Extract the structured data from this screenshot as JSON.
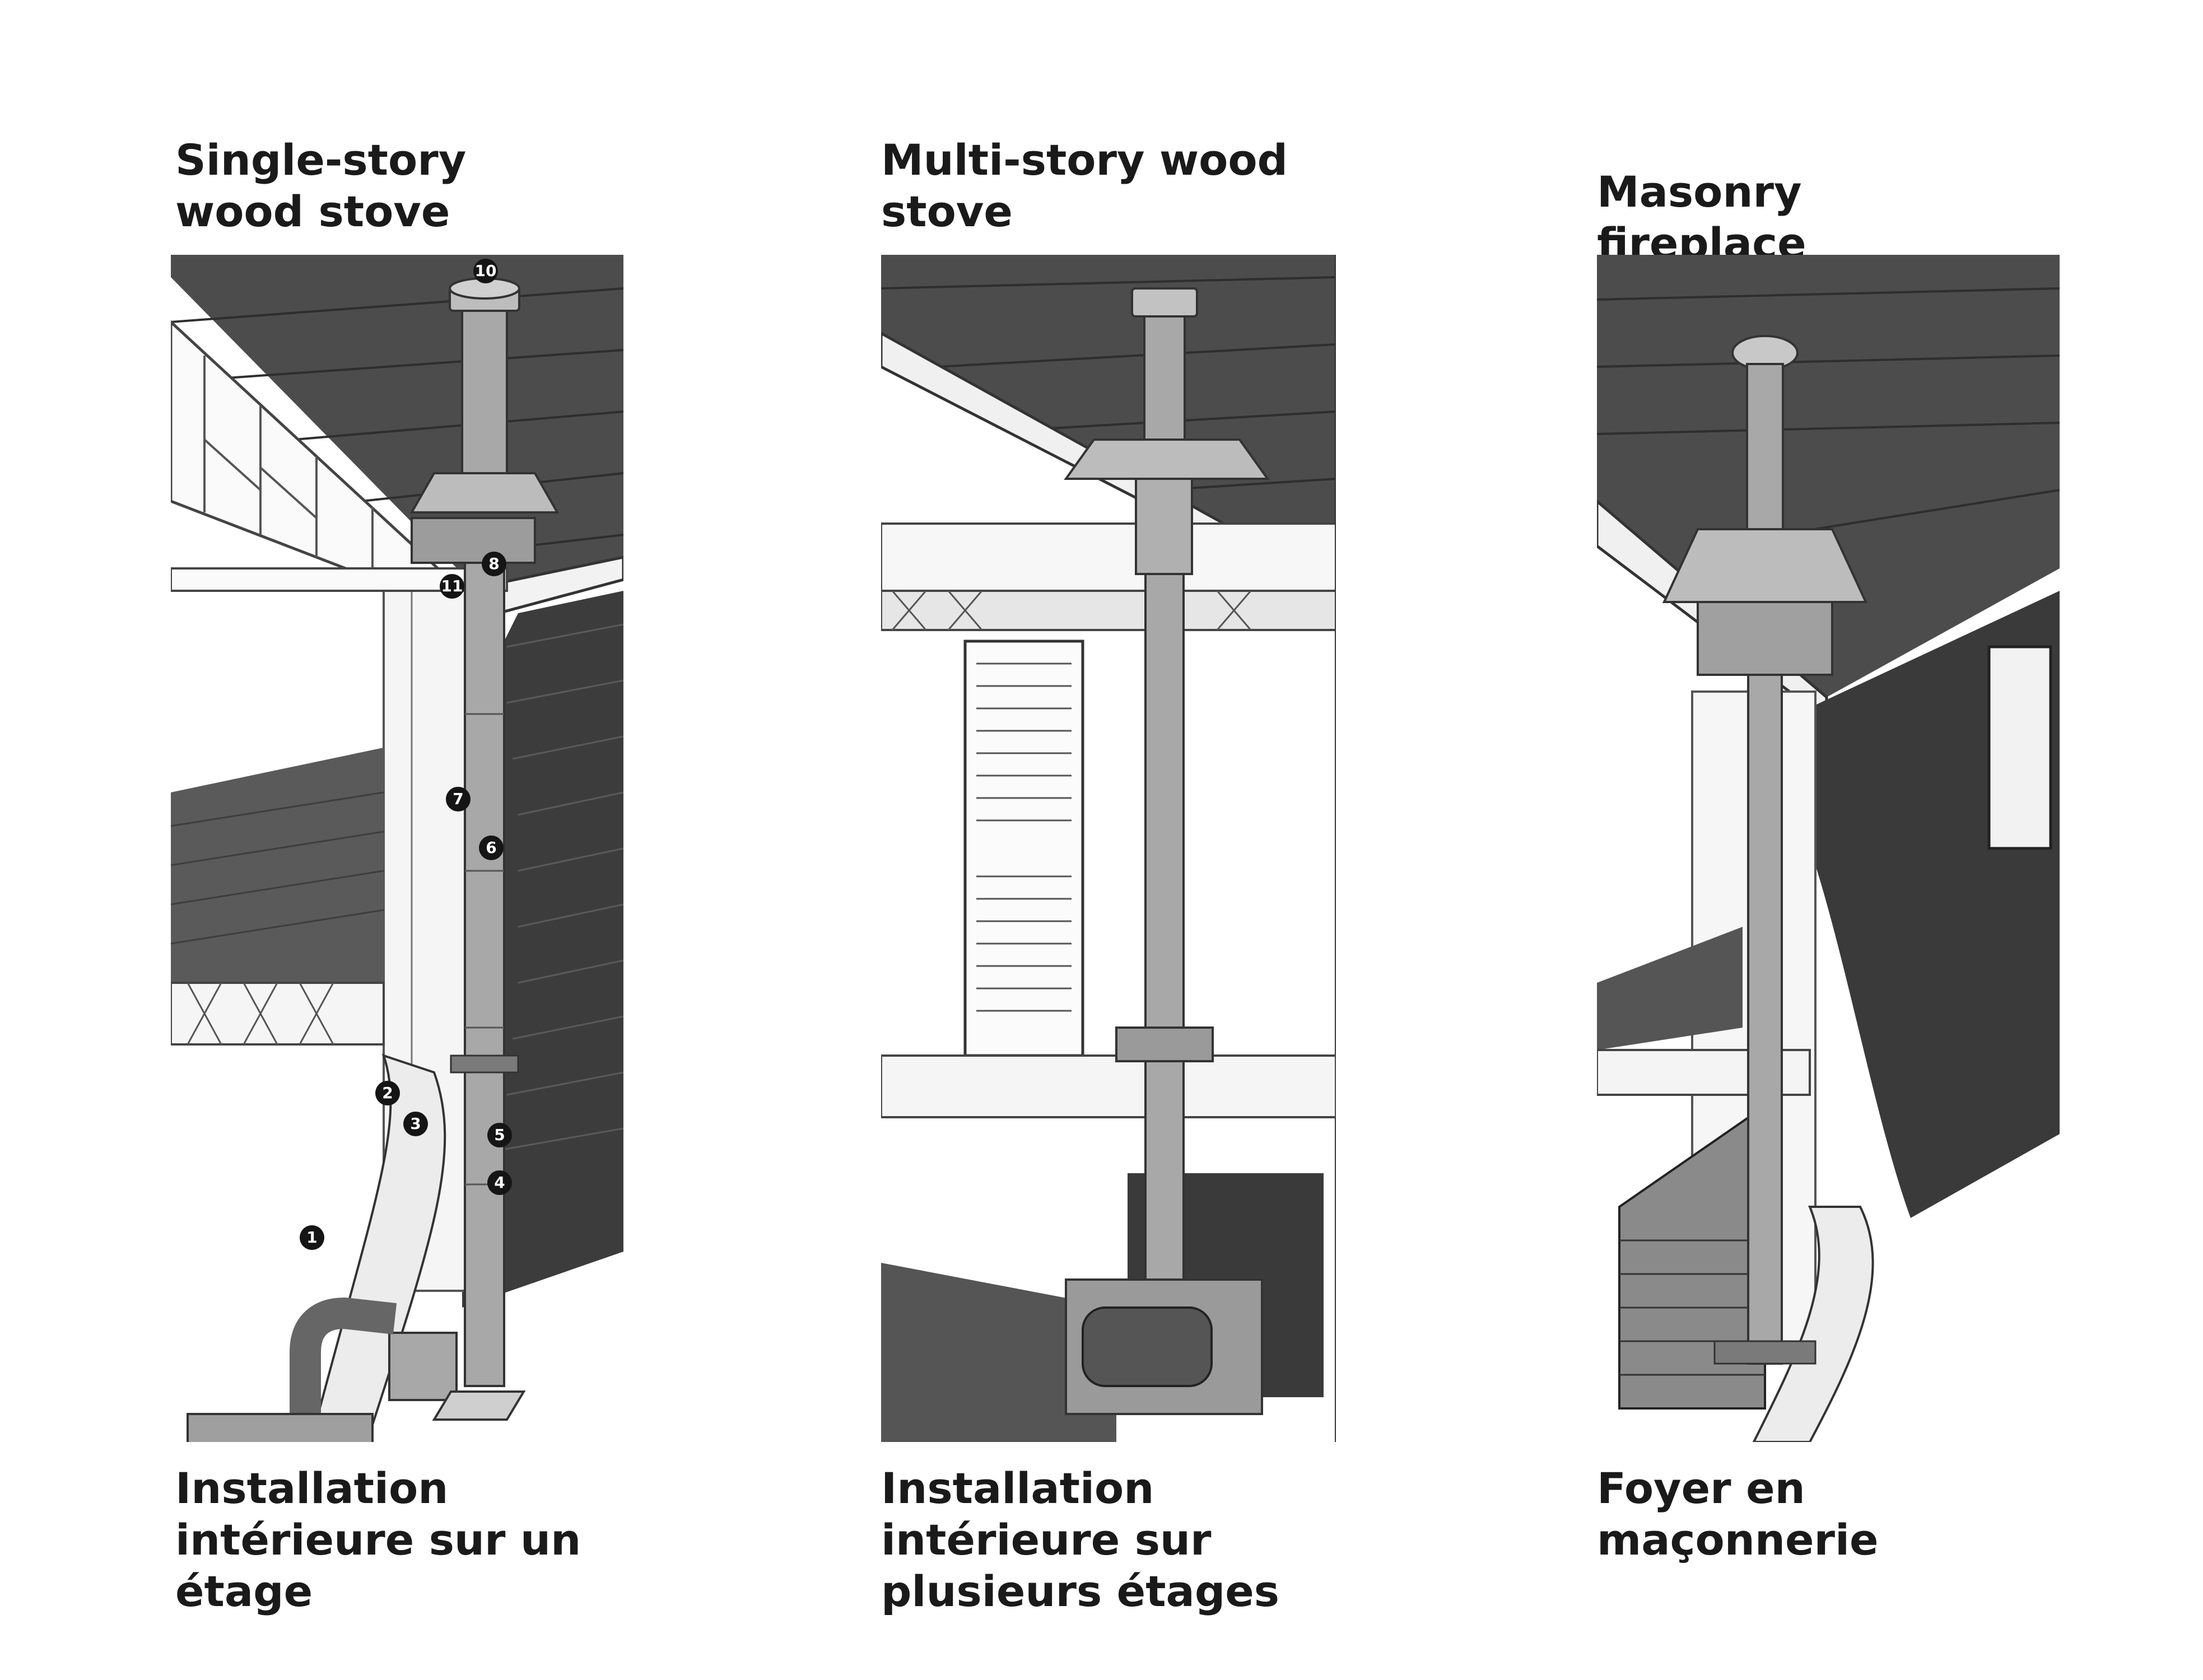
{
  "panels": [
    {
      "title": "Single-story wood stove",
      "caption": "Installation intérieure sur un étage",
      "callouts": [
        "1",
        "2",
        "3",
        "4",
        "5",
        "6",
        "7",
        "8",
        "10",
        "11"
      ]
    },
    {
      "title": "Multi-story wood stove",
      "caption": "Installation intérieure sur plusieurs étages"
    },
    {
      "title": "Masonry fireplace",
      "caption": "Foyer en maçonnerie"
    }
  ],
  "colors": {
    "roof": "#4a4a4a",
    "siding": "#3a3a3a",
    "pipe": "#a9a9a9",
    "pipe_dark": "#6e6e6e",
    "floor": "#555555",
    "insulation": "#e8e8e8"
  }
}
